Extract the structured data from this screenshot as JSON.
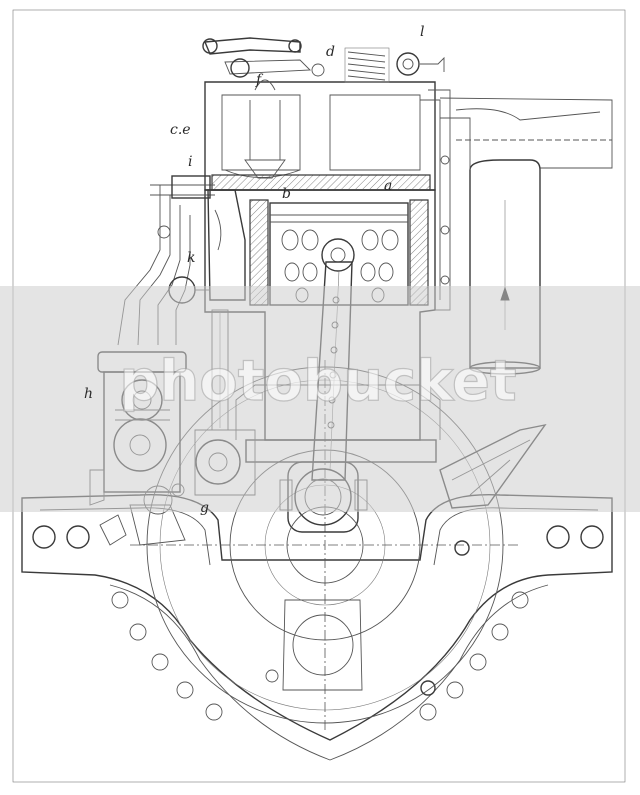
{
  "labels": {
    "l": "l",
    "d": "d",
    "f": "f",
    "ce": "c.e",
    "i": "i",
    "b": "b",
    "a": "a",
    "k": "k",
    "h": "h",
    "g": "g"
  },
  "watermark": {
    "text": "photobucket",
    "color": "#cfcfcf"
  },
  "colors": {
    "ink": "#3a3a3a",
    "paper": "#ffffff"
  }
}
